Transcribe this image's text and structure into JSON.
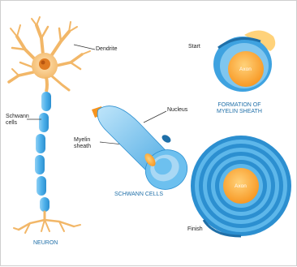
{
  "labels": {
    "dendrite": "Dendrite",
    "schwann_cells": "Schwann\ncells",
    "nucleus": "Nucleus",
    "myelin_sheath": "Myelin\nsheath",
    "start": "Start",
    "finish": "Finish",
    "axon_top": "Axon",
    "axon_bottom": "Axon"
  },
  "captions": {
    "neuron": "NEURON",
    "schwann": "SCHWANN CELLS",
    "formation": "FORMATION OF\nMYELIN SHEATH"
  },
  "colors": {
    "neuron_body": "#f6c98a",
    "neuron_nucleus": "#e07b22",
    "myelin_blue": "#3ea2e0",
    "myelin_light": "#a9d8f4",
    "axon_orange": "#f7941e",
    "axon_yellow": "#ffd27a",
    "caption_blue": "#1f6fa8"
  }
}
